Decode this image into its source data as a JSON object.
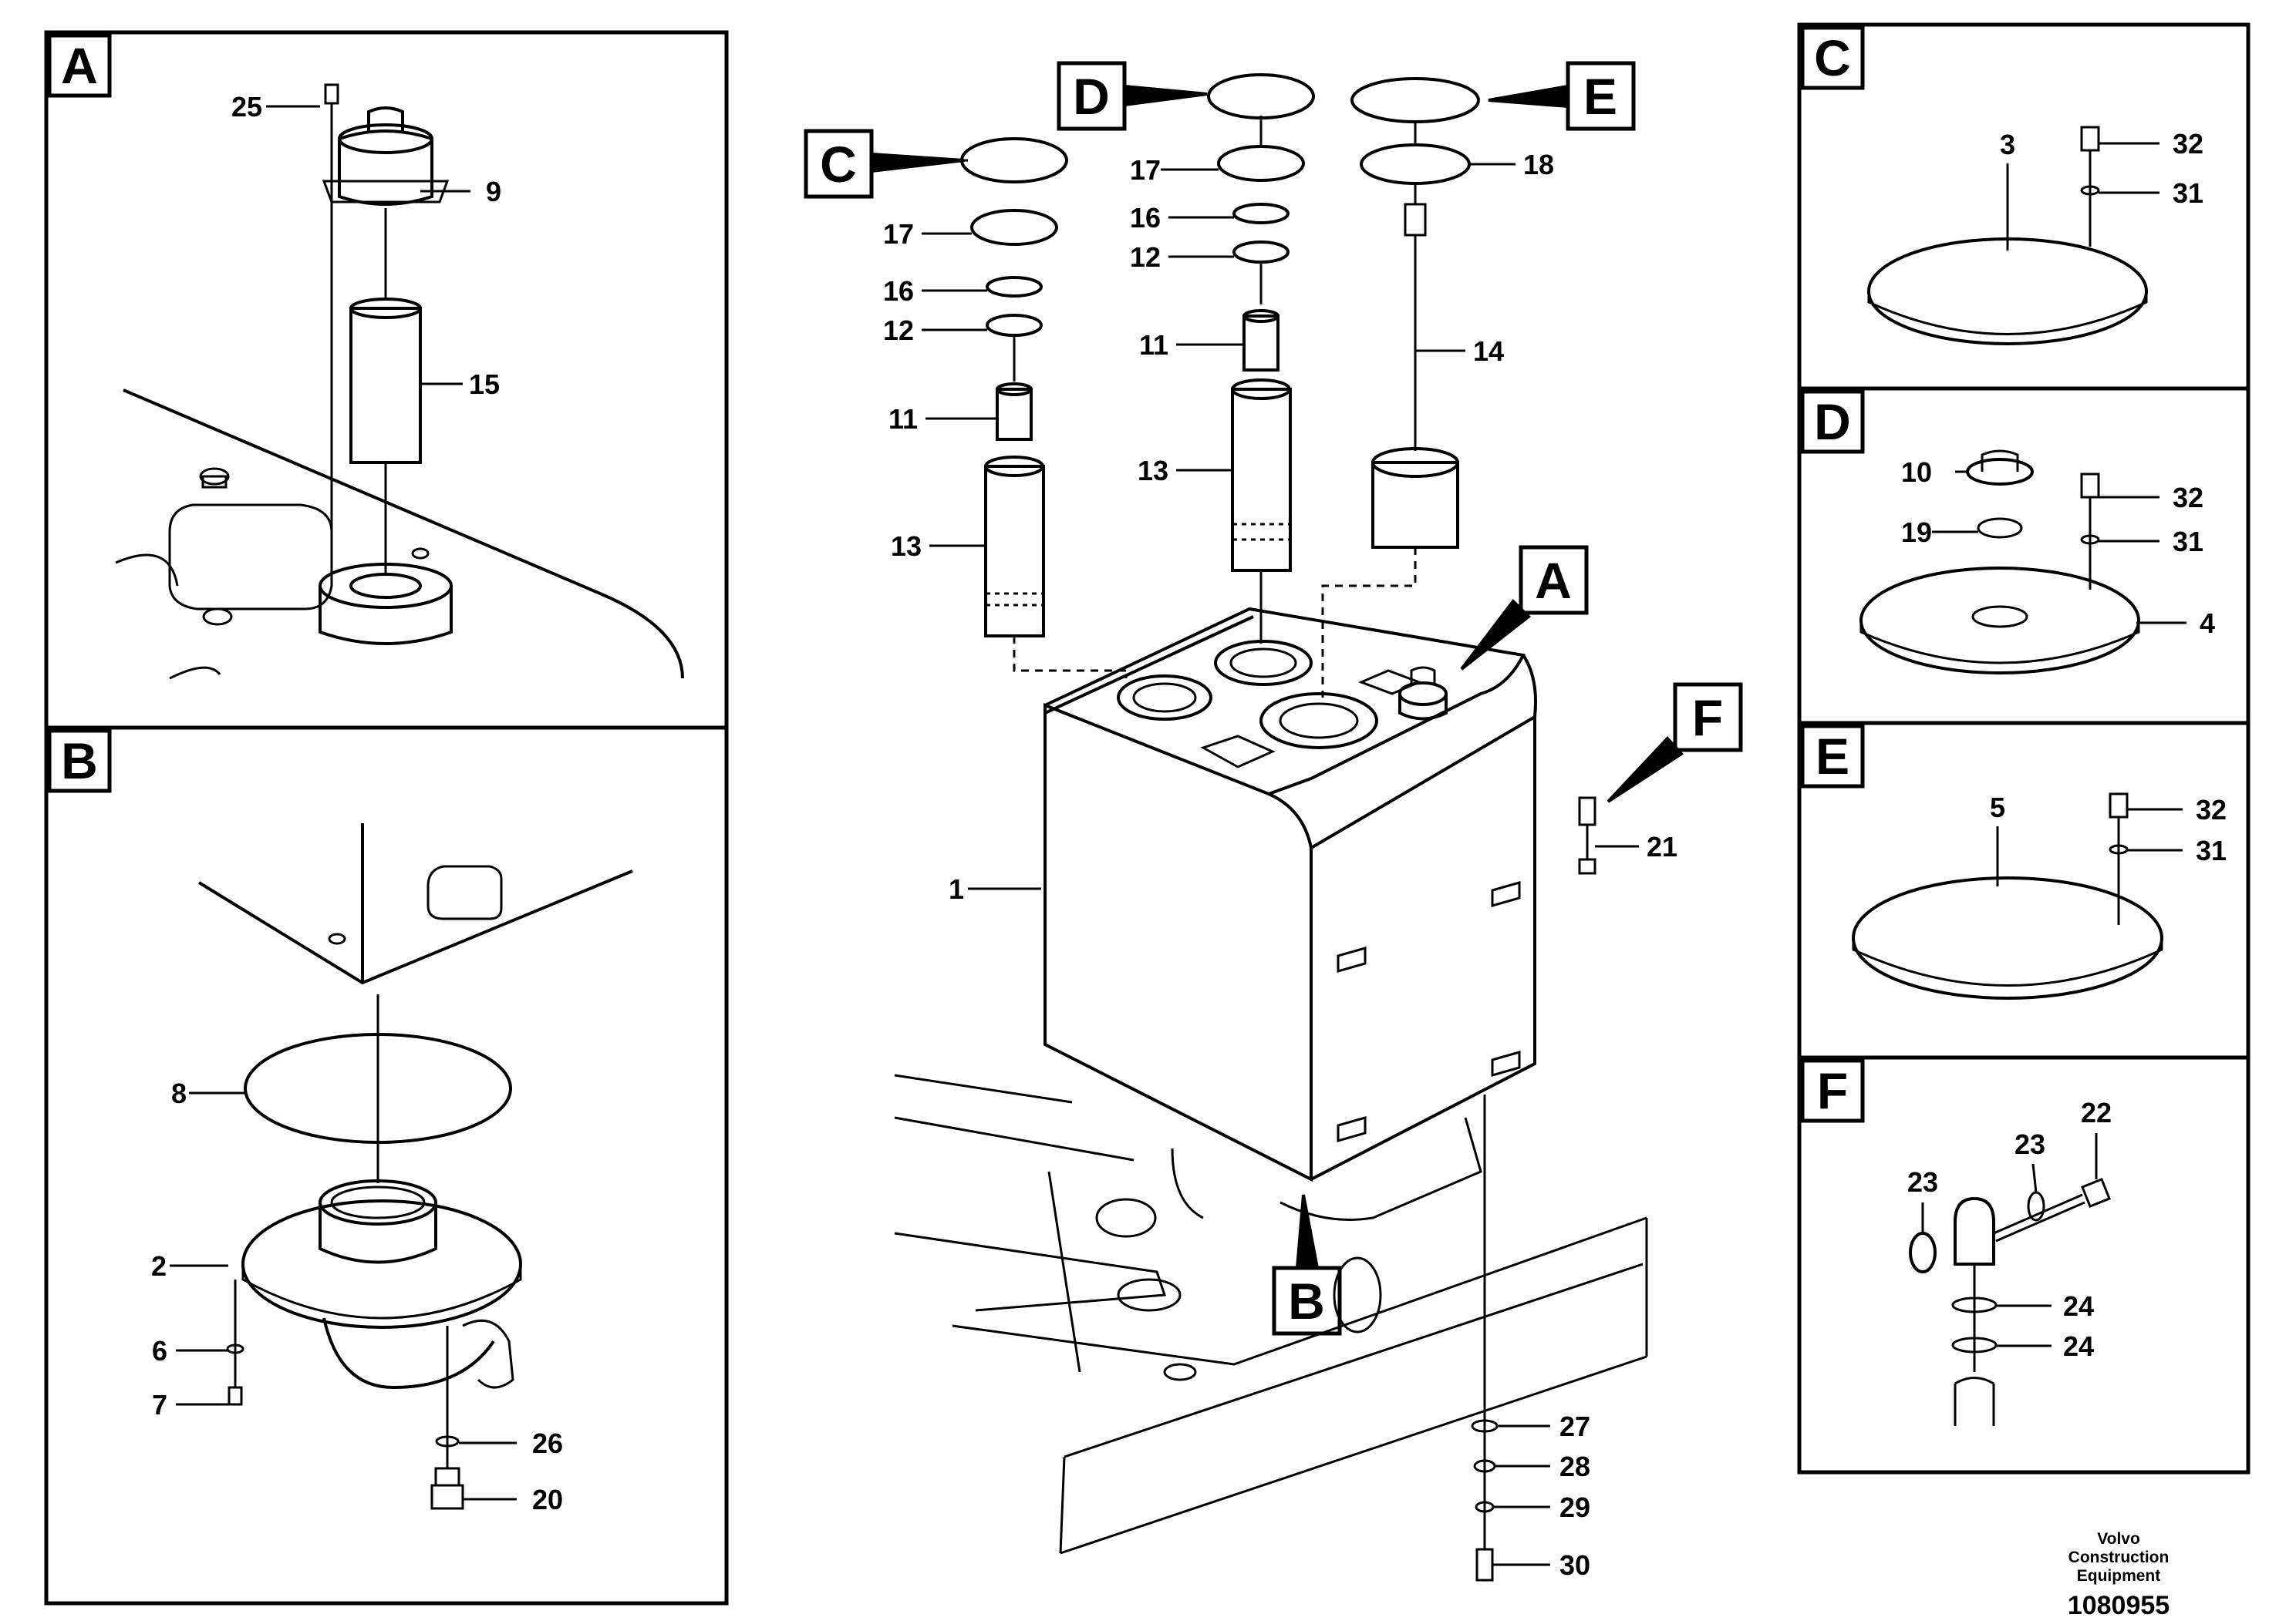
{
  "panels": {
    "A": "A",
    "B": "B",
    "C": "C",
    "D": "D",
    "E": "E",
    "F": "F"
  },
  "callouts": {
    "A": "A",
    "B": "B",
    "C": "C",
    "D": "D",
    "E": "E",
    "F": "F"
  },
  "parts": {
    "p1": "1",
    "p2": "2",
    "p3": "3",
    "p4": "4",
    "p5": "5",
    "p6": "6",
    "p7": "7",
    "p8": "8",
    "p9": "9",
    "p10": "10",
    "p11": "11",
    "p12": "12",
    "p13": "13",
    "p14": "14",
    "p15": "15",
    "p16": "16",
    "p17": "17",
    "p18": "18",
    "p19": "19",
    "p20": "20",
    "p21": "21",
    "p22": "22",
    "p23": "23",
    "p24": "24",
    "p25": "25",
    "p26": "26",
    "p27": "27",
    "p28": "28",
    "p29": "29",
    "p30": "30",
    "p31": "31",
    "p32": "32"
  },
  "footer": {
    "company": "Volvo Construction Equipment",
    "doc_number": "1080955"
  },
  "colors": {
    "line": "#000000",
    "background": "#ffffff"
  }
}
